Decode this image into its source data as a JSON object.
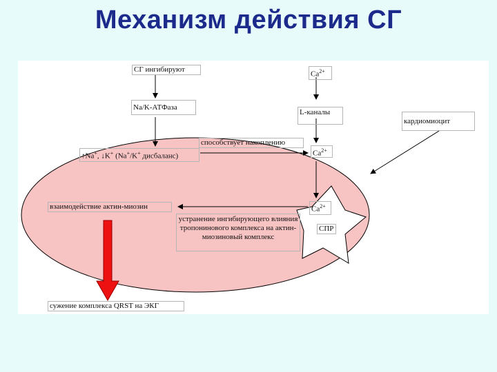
{
  "title": "Механизм действия СГ",
  "labels": {
    "sg_inhibit": "СГ ингибируют",
    "ca_top": "Ca",
    "ca_sup": "2+",
    "atpase": "Na/K-АТФаза",
    "l_channels": "L-каналы",
    "cardiomyocyte": "кардиомиоцит",
    "promotes": "способствует накоплению",
    "imbalance_prefix": "↑Na",
    "imbalance_mid": ", ↓K",
    "imbalance_rest": " (Na",
    "imbalance_slash": "/K",
    "imbalance_end": " дисбаланс)",
    "plus": "+",
    "ca_mid": "Ca",
    "actin": "взаимодействие актин-миозин",
    "ca_low": "Ca",
    "removal": "устранение ингибирующего влияния тропонинового комплекса на актин-миозиновый комплекс",
    "spr": "СПР",
    "ecg": "сужение комплекса QRST на ЭКГ"
  },
  "colors": {
    "title": "#1c2a8c",
    "cell_fill": "#f7c3c3",
    "background": "#e8fbfb",
    "arrow_big": "#ee1111"
  }
}
